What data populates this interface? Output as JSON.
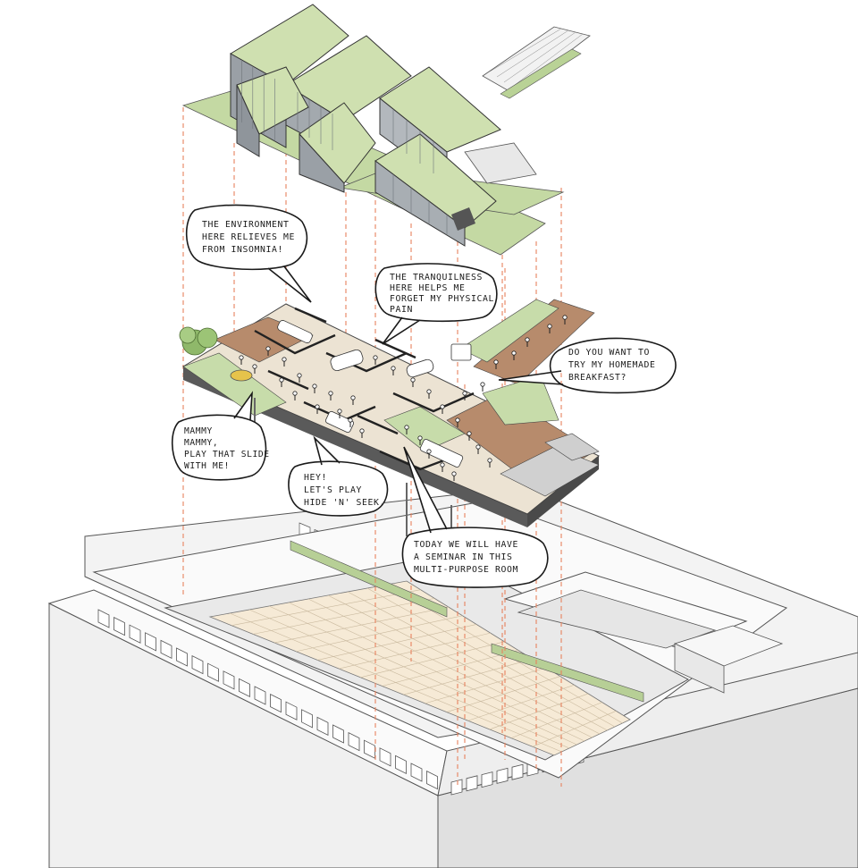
{
  "bubbles": [
    {
      "id": "insomnia",
      "lines": [
        "THE ENVIRONMENT",
        "HERE RELIEVES ME",
        "FROM INSOMNIA!"
      ]
    },
    {
      "id": "tranquilness",
      "lines": [
        "THE TRANQUILNESS",
        "HERE HELPS ME",
        "FORGET MY PHYSICAL",
        "PAIN"
      ]
    },
    {
      "id": "breakfast",
      "lines": [
        "DO YOU WANT TO",
        "TRY MY HOMEMADE",
        "BREAKFAST?"
      ]
    },
    {
      "id": "slide",
      "lines": [
        "MAMMY",
        "MAMMY,",
        "PLAY THAT SLIDE",
        "WITH ME!"
      ]
    },
    {
      "id": "hide-seek",
      "lines": [
        "HEY!",
        "LET'S PLAY",
        "HIDE 'N' SEEK."
      ]
    },
    {
      "id": "seminar",
      "lines": [
        "TODAY WE WILL HAVE",
        "A SEMINAR IN THIS",
        "MULTI-PURPOSE ROOM"
      ]
    }
  ],
  "colors": {
    "roof_green": "#cfe0b0",
    "roof_green_dark": "#b3cc8e",
    "wall_glass": "#9aa0a6",
    "deck_beige": "#ece3d3",
    "deck_brown": "#b78b6c",
    "courtyard": "#f6ead6",
    "building_light": "#f1f1f1",
    "building_shade": "#e2e2e2",
    "dash_red": "#e8825e",
    "ink": "#2a2a2a"
  }
}
